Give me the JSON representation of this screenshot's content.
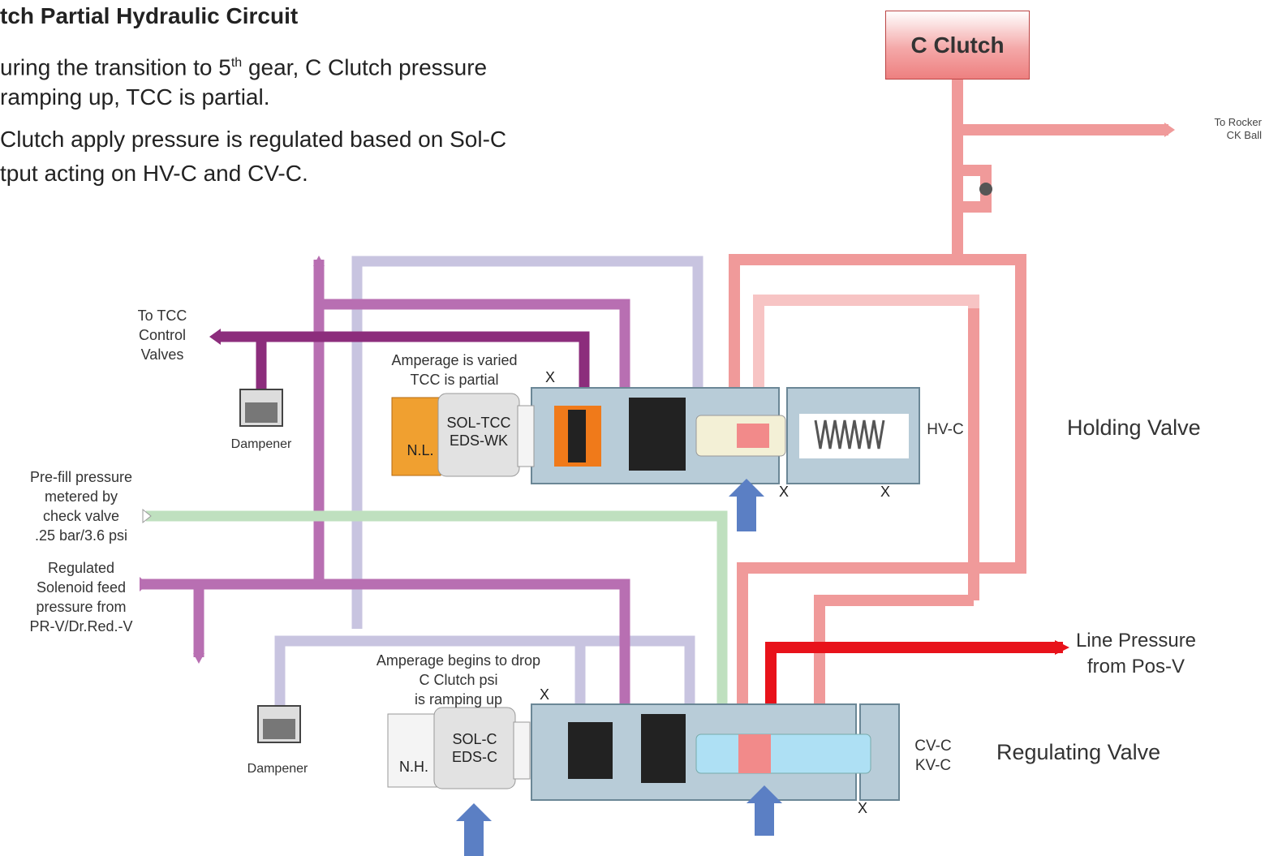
{
  "title": "tch Partial Hydraulic Circuit",
  "bullets": [
    {
      "pre": "uring the transition to 5",
      "sup": "th",
      "post": " gear, C Clutch pressure"
    },
    {
      "text": "ramping up, TCC is partial."
    },
    {
      "text": "Clutch apply pressure is regulated based on Sol-C"
    },
    {
      "text": "tput acting on HV-C and CV-C."
    }
  ],
  "labels": {
    "c_clutch": "C Clutch",
    "to_rocker": [
      "To Rocker",
      "CK Ball"
    ],
    "to_tcc": [
      "To TCC",
      "Control",
      "Valves"
    ],
    "dampener_top": "Dampener",
    "dampener_bottom": "Dampener",
    "prefill": [
      "Pre-fill pressure",
      "metered by",
      "check valve",
      ".25 bar/3.6 psi"
    ],
    "regulated": [
      "Regulated",
      "Solenoid feed",
      "pressure from",
      "PR-V/Dr.Red.-V"
    ],
    "amperage_varied": [
      "Amperage is varied",
      "TCC is partial"
    ],
    "amperage_drop": [
      "Amperage begins to drop",
      "C Clutch psi",
      "is ramping up"
    ],
    "sol_tcc": [
      "SOL-TCC",
      "EDS-WK"
    ],
    "nl": "N.L.",
    "sol_c": [
      "SOL-C",
      "EDS-C"
    ],
    "nh": "N.H.",
    "hvc": "HV-C",
    "holding_valve": "Holding Valve",
    "line_pressure": [
      "Line Pressure",
      "from Pos-V"
    ],
    "cvc": [
      "CV-C",
      "KV-C"
    ],
    "regulating_valve": "Regulating Valve",
    "exhaust": "X"
  },
  "colors": {
    "clutch_pink": "#f09a9a",
    "clutch_light": "#f7c4c4",
    "line_red": "#e8121a",
    "sol_feed_purple": "#b86fb2",
    "tcc_purple": "#8c2d7c",
    "lavender": "#c8c4e0",
    "prefill_green": "#bfe0bf",
    "valve_body": "#b8ccd8",
    "arrow_blue": "#5b7fc4"
  }
}
